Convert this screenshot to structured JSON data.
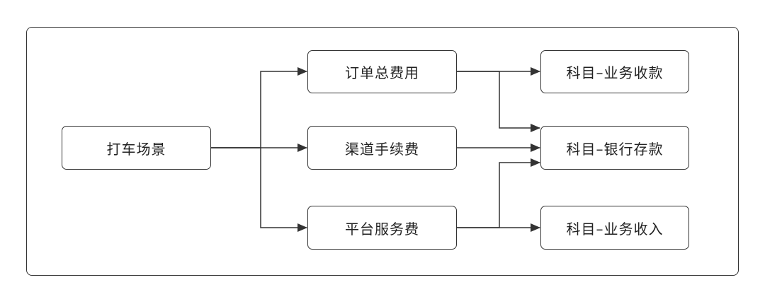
{
  "diagram": {
    "nodes": {
      "source": {
        "label": "打车场景"
      },
      "order_total": {
        "label": "订单总费用"
      },
      "channel_fee": {
        "label": "渠道手续费"
      },
      "platform_fee": {
        "label": "平台服务费"
      },
      "acct_receivable": {
        "label": "科目–业务收款"
      },
      "acct_bank": {
        "label": "科目–银行存款"
      },
      "acct_income": {
        "label": "科目–业务收入"
      }
    },
    "edges": [
      {
        "from": "source",
        "to": "order_total"
      },
      {
        "from": "source",
        "to": "channel_fee"
      },
      {
        "from": "source",
        "to": "platform_fee"
      },
      {
        "from": "order_total",
        "to": "acct_receivable"
      },
      {
        "from": "order_total",
        "to": "acct_bank"
      },
      {
        "from": "channel_fee",
        "to": "acct_bank"
      },
      {
        "from": "platform_fee",
        "to": "acct_bank"
      },
      {
        "from": "platform_fee",
        "to": "acct_income"
      }
    ],
    "colors": {
      "stroke": "#333333",
      "text": "#222222",
      "background": "#ffffff"
    }
  }
}
